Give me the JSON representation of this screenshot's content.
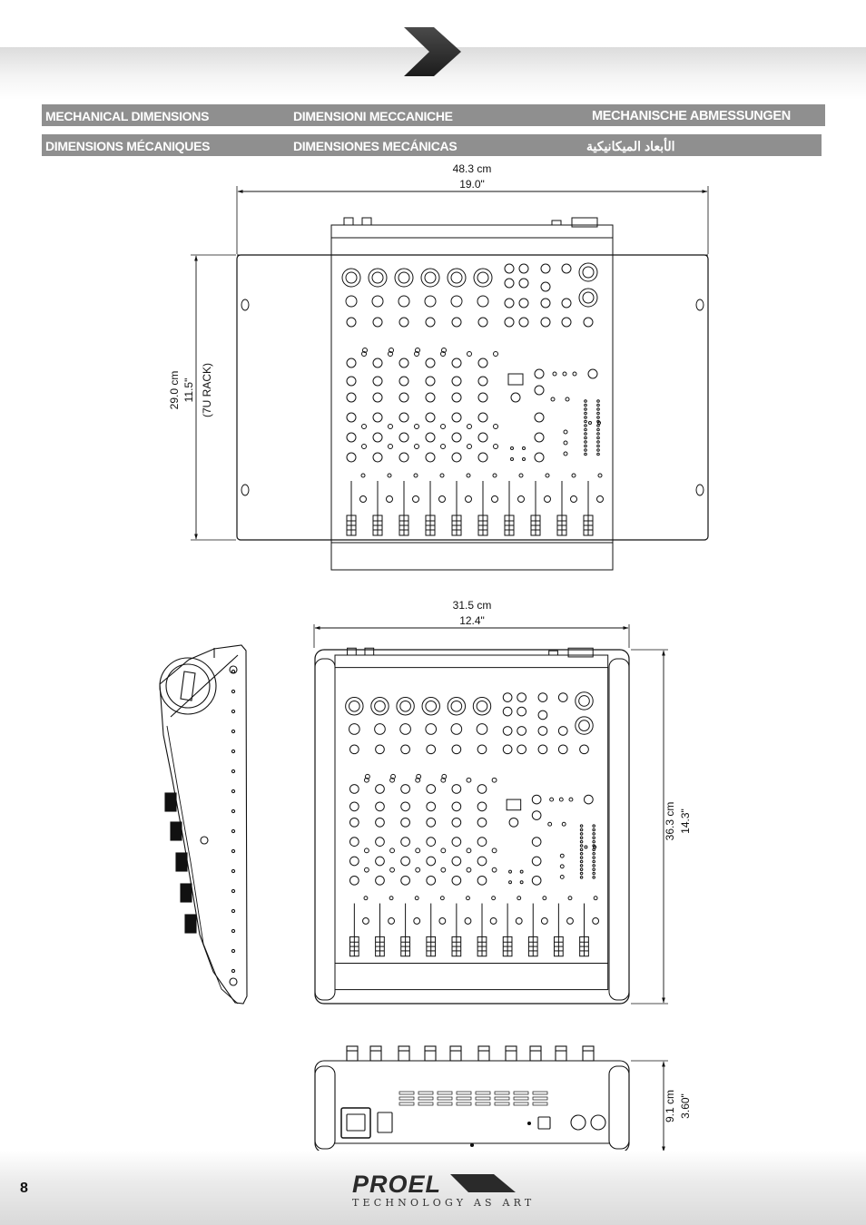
{
  "headings": {
    "row1": [
      "MECHANICAL DIMENSIONS",
      "DIMENSIONI MECCANICHE",
      "MECHANISCHE ABMESSUNGEN"
    ],
    "row2": [
      "DIMENSIONS MÉCANIQUES",
      "DIMENSIONES MECÁNICAS",
      "الأبعاد الميكانيكية"
    ]
  },
  "dimensions": {
    "rack_width_cm": "48.3 cm",
    "rack_width_in": "19.0\"",
    "rack_height_cm": "29.0 cm",
    "rack_height_in": "11.5\"",
    "rack_units": "(7U RACK)",
    "top_width_cm": "31.5 cm",
    "top_width_in": "12.4\"",
    "depth_cm": "36.3 cm",
    "depth_in": "14.3\"",
    "height_cm": "9.1 cm",
    "height_in": "3.60\""
  },
  "footer": {
    "page_number": "8",
    "brand": "PROEL",
    "tagline": "TECHNOLOGY AS ART"
  },
  "colors": {
    "header_bar": "#8f8f8f",
    "line": "#111111"
  }
}
